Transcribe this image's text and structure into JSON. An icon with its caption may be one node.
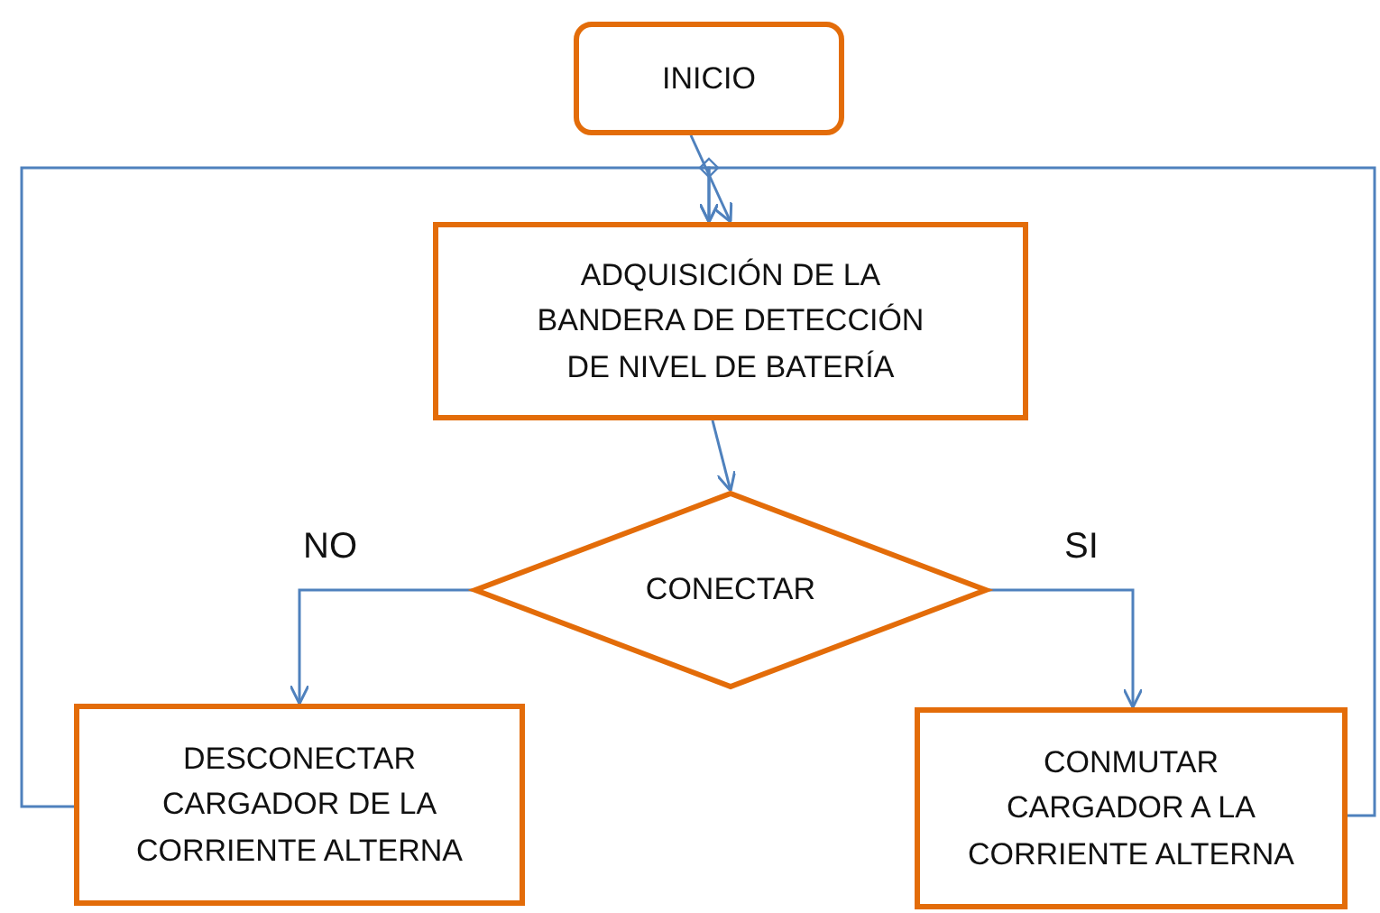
{
  "diagram": {
    "nodes": [
      {
        "text": [
          "INICIO"
        ]
      },
      {
        "text": [
          "ADQUISICIÓN DE LA BANDERA DE DETECCIÓN DE NIVEL DE BATERÍA"
        ]
      },
      {
        "text": [
          "CONECTAR"
        ]
      },
      {
        "text": [
          "DESCONECTAR CARGADOR DE LA CORRIENTE ALTERNA"
        ]
      },
      {
        "text": [
          "CONMUTAR CARGADOR A LA CORRIENTE ALTERNA"
        ]
      }
    ],
    "edges": [
      {
        "from": 0,
        "to": 1,
        "arrow": "to"
      },
      {
        "from": 1,
        "to": 2,
        "arrow": "to"
      },
      {
        "from": 2,
        "to": 3,
        "arrow": "to",
        "label": "NO"
      },
      {
        "from": 2,
        "to": 4,
        "arrow": "to",
        "label": "SI"
      },
      {
        "from": 3,
        "to": 1,
        "arrow": "to"
      },
      {
        "from": 4,
        "to": 1,
        "arrow": "to"
      }
    ]
  }
}
